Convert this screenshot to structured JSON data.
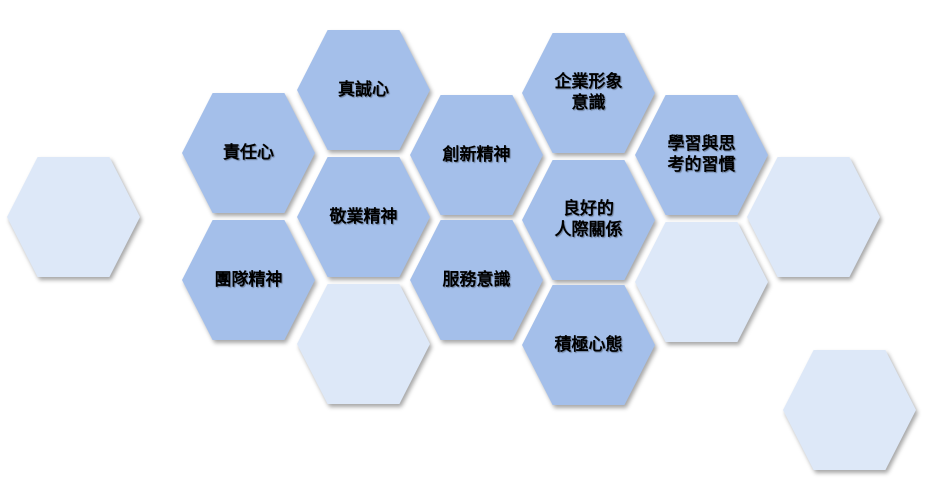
{
  "colors": {
    "primary_hex": "#a4bfea",
    "light_hex": "#dde8f8"
  },
  "hexagons": [
    {
      "label": "責任心"
    },
    {
      "label": "團隊精神"
    },
    {
      "label": "真誠心"
    },
    {
      "label": "敬業精神"
    },
    {
      "label": "創新精神"
    },
    {
      "label": "服務意識"
    },
    {
      "label": "企業形象\n意識"
    },
    {
      "label": "良好的\n人際關係"
    },
    {
      "label": "積極心態"
    },
    {
      "label": "學習與思\n考的習慣"
    }
  ]
}
